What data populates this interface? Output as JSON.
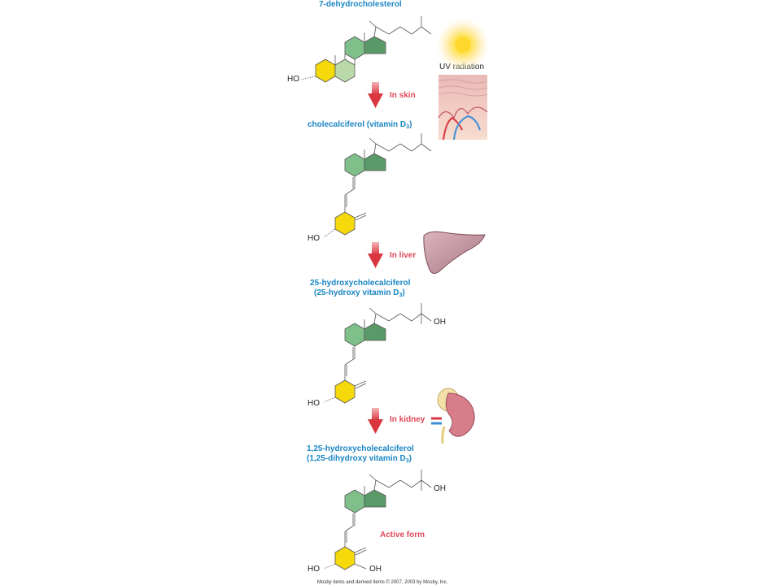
{
  "compounds": {
    "c1": {
      "name": "7-dehydrocholesterol"
    },
    "c2": {
      "name": "cholecalciferol (vitamin D",
      "sub": "3",
      "end": ")"
    },
    "c3": {
      "line1": "25-hydroxycholecalciferol",
      "line2": "(25-hydroxy vitamin D",
      "sub": "3",
      "end": ")"
    },
    "c4": {
      "line1": "1,25-hydroxycholecalciferol",
      "line2": "(1,25-dihydroxy vitamin D",
      "sub": "3",
      "end": ")"
    }
  },
  "steps": {
    "skin": "In skin",
    "liver": "In liver",
    "kidney": "In kidney",
    "active": "Active form"
  },
  "groups": {
    "ho": "HO",
    "oh": "OH"
  },
  "uv": "UV radiation",
  "copyright": "Mosby items and derived items © 2007, 2003 by Mosby, Inc.",
  "colors": {
    "ringA_yellow": "#f5d90a",
    "ringLight": "#b9d9a8",
    "ringMid": "#7fc08a",
    "ringDark": "#5a9a68",
    "title": "#1a86c4",
    "step": "#e0475a"
  }
}
